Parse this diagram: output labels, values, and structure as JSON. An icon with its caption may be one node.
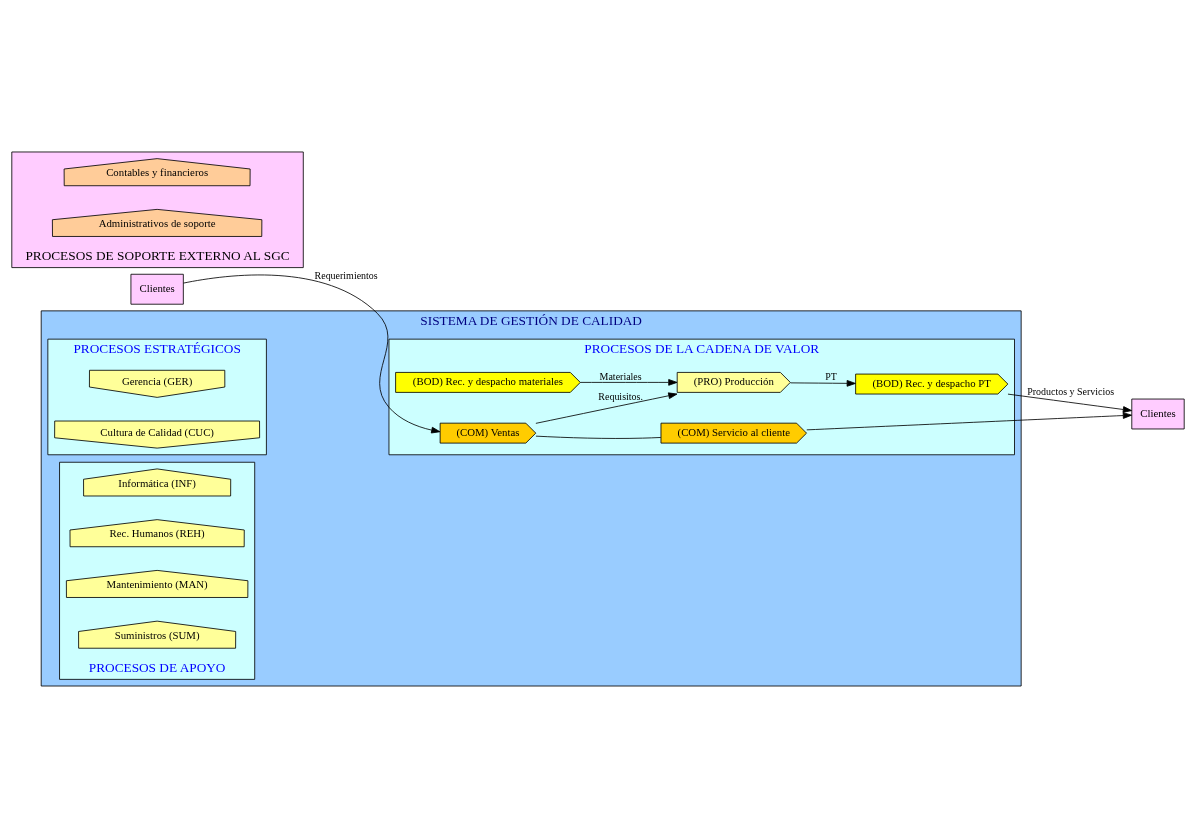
{
  "diagram": {
    "nodes": [
      {
        "text": [
          "Clientes"
        ]
      },
      {
        "text": [
          "SISTEMA DE GESTIÓN DE CALIDAD"
        ]
      },
      {
        "text": [
          "PROCESOS ESTRATÉGICOS"
        ],
        "in": 1
      },
      {
        "text": [
          "Gerencia (GER)"
        ],
        "in": 2
      },
      {
        "text": [
          "Cultura de Calidad (CUC)"
        ],
        "in": 2
      },
      {
        "text": [
          "PROCESOS DE LA CADENA DE VALOR"
        ],
        "in": 1
      },
      {
        "text": [
          "(COM) Servicio al cliente"
        ],
        "in": 5
      },
      {
        "text": [
          "(COM) Ventas"
        ],
        "in": 5
      },
      {
        "text": [
          "(PRO) Producción"
        ],
        "in": 5
      },
      {
        "text": [
          "(BOD) Rec. y despacho PT"
        ],
        "in": 5
      },
      {
        "text": [
          "(BOD) Rec. y despacho materiales"
        ],
        "in": 5
      },
      {
        "text": [
          "PROCESOS DE APOYO"
        ],
        "in": 1
      },
      {
        "text": [
          "Informática (INF)"
        ],
        "in": 11
      },
      {
        "text": [
          "Rec. Humanos (REH)"
        ],
        "in": 11
      },
      {
        "text": [
          "Mantenimiento (MAN)"
        ],
        "in": 11
      },
      {
        "text": [
          "Suministros (SUM)"
        ],
        "in": 11
      },
      {
        "text": [
          "Clientes"
        ]
      },
      {
        "text": [
          "PROCESOS DE SOPORTE EXTERNO AL SGC"
        ]
      },
      {
        "text": [
          "Contables y financieros"
        ],
        "in": 17
      },
      {
        "text": [
          "Administrativos de soporte"
        ],
        "in": 17
      }
    ],
    "edges": [
      {
        "from": 0,
        "to": 7,
        "arrow": "to",
        "label": "Requerimientos"
      },
      {
        "from": 7,
        "to": 8,
        "arrow": "to",
        "label": "Requisitos."
      },
      {
        "from": 7,
        "to": 6,
        "arrow": "none"
      },
      {
        "from": 10,
        "to": 8,
        "arrow": "to",
        "label": "Materiales"
      },
      {
        "from": 8,
        "to": 9,
        "arrow": "to",
        "label": "PT"
      },
      {
        "from": 6,
        "to": 16,
        "arrow": "to"
      },
      {
        "from": 9,
        "to": 16,
        "arrow": "to",
        "label": "Productos y Servicios"
      }
    ]
  }
}
